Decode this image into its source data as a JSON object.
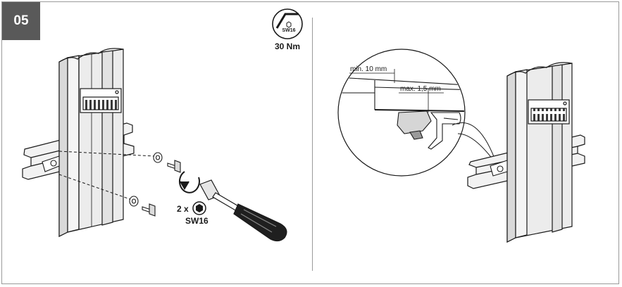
{
  "step": {
    "number": "05"
  },
  "torque": {
    "label": "30 Nm",
    "tool_label": "SW16"
  },
  "screws": {
    "quantity": "2 x",
    "tool_label": "SW16"
  },
  "detail": {
    "min_label": "min. 10 mm",
    "max_label": "max. 1,5 mm"
  },
  "colors": {
    "badge": "#595959",
    "frame": "#9a9a9a",
    "ink": "#1a1a1a",
    "part_fill": "#d6d6d6"
  },
  "icons": [
    "hex-key-icon",
    "hex-socket-icon",
    "screwdriver-icon",
    "rotation-arrow-icon"
  ]
}
